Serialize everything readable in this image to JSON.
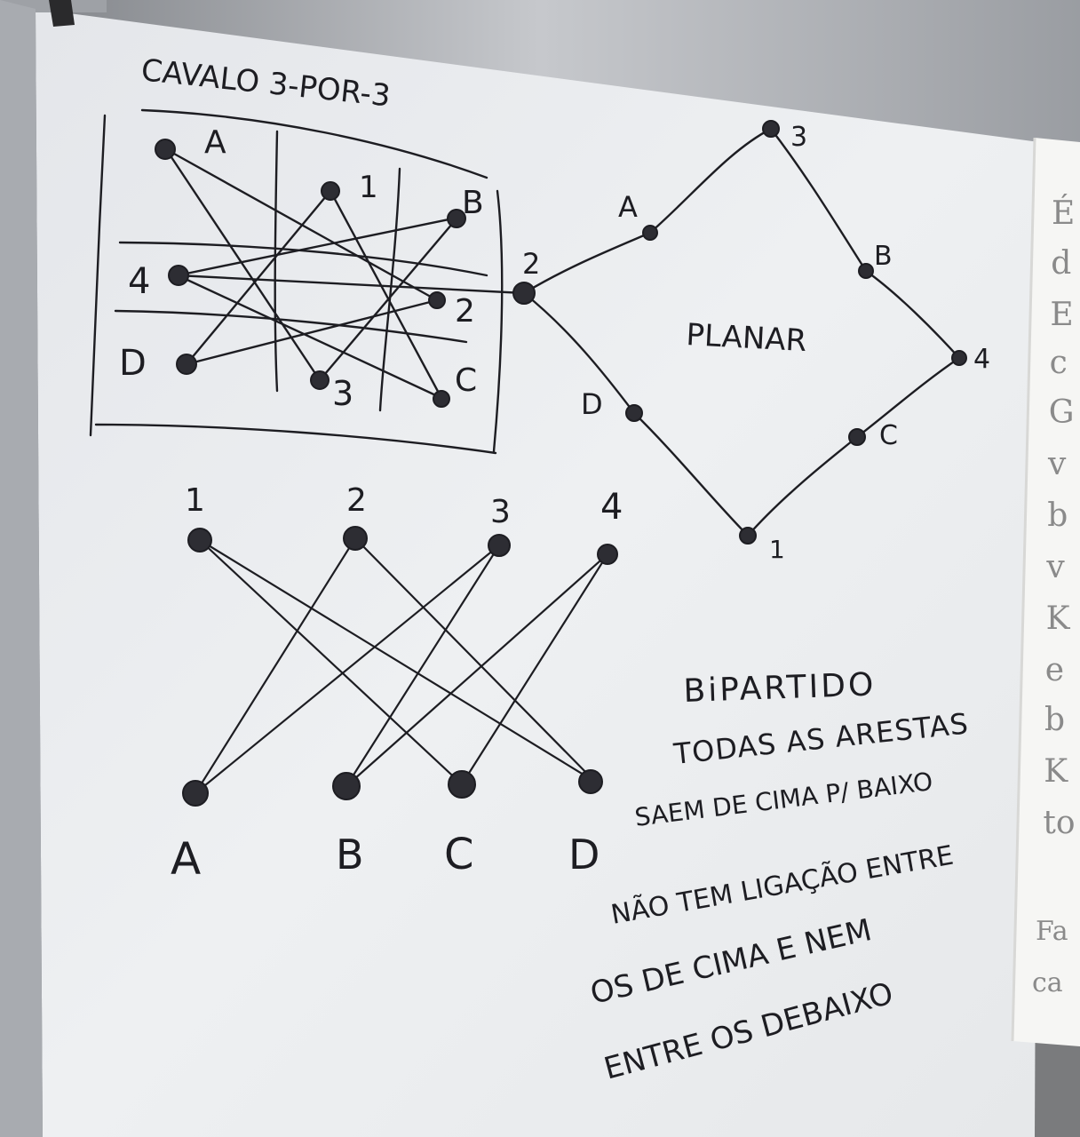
{
  "knight": {
    "title": "CAVALO 3-POR-3",
    "cell_labels": {
      "A": "A",
      "one": "1",
      "B": "B",
      "four": "4",
      "two": "2",
      "D": "D",
      "three": "3",
      "C": "C"
    }
  },
  "planar": {
    "title": "PLANAR",
    "nodes": {
      "n3": "3",
      "A": "A",
      "B": "B",
      "n2": "2",
      "n4": "4",
      "D": "D",
      "C": "C",
      "n1": "1"
    }
  },
  "bipartite": {
    "top_labels": [
      "1",
      "2",
      "3",
      "4"
    ],
    "bottom_labels": [
      "A",
      "B",
      "C",
      "D"
    ],
    "title": "BiPARTIDO",
    "notes": [
      "TODAS AS ARESTAS",
      "SAEM DE CIMA P/ BAIXO",
      "NÃO TEM LIGAÇÃO ENTRE",
      "OS DE CIMA E NEM",
      "ENTRE OS DEBAIXO"
    ]
  },
  "paper_edge": {
    "letters": [
      "É",
      "d",
      "E",
      "c",
      "G",
      "v",
      "b",
      "v",
      "K",
      "e",
      "b",
      "K",
      "to"
    ],
    "bottom": [
      "Fa",
      "ca"
    ]
  },
  "colors": {
    "ink": "#1d1d22",
    "board": "#eaecef",
    "frame": "#9fa2a7",
    "paper": "#f6f6f4"
  }
}
